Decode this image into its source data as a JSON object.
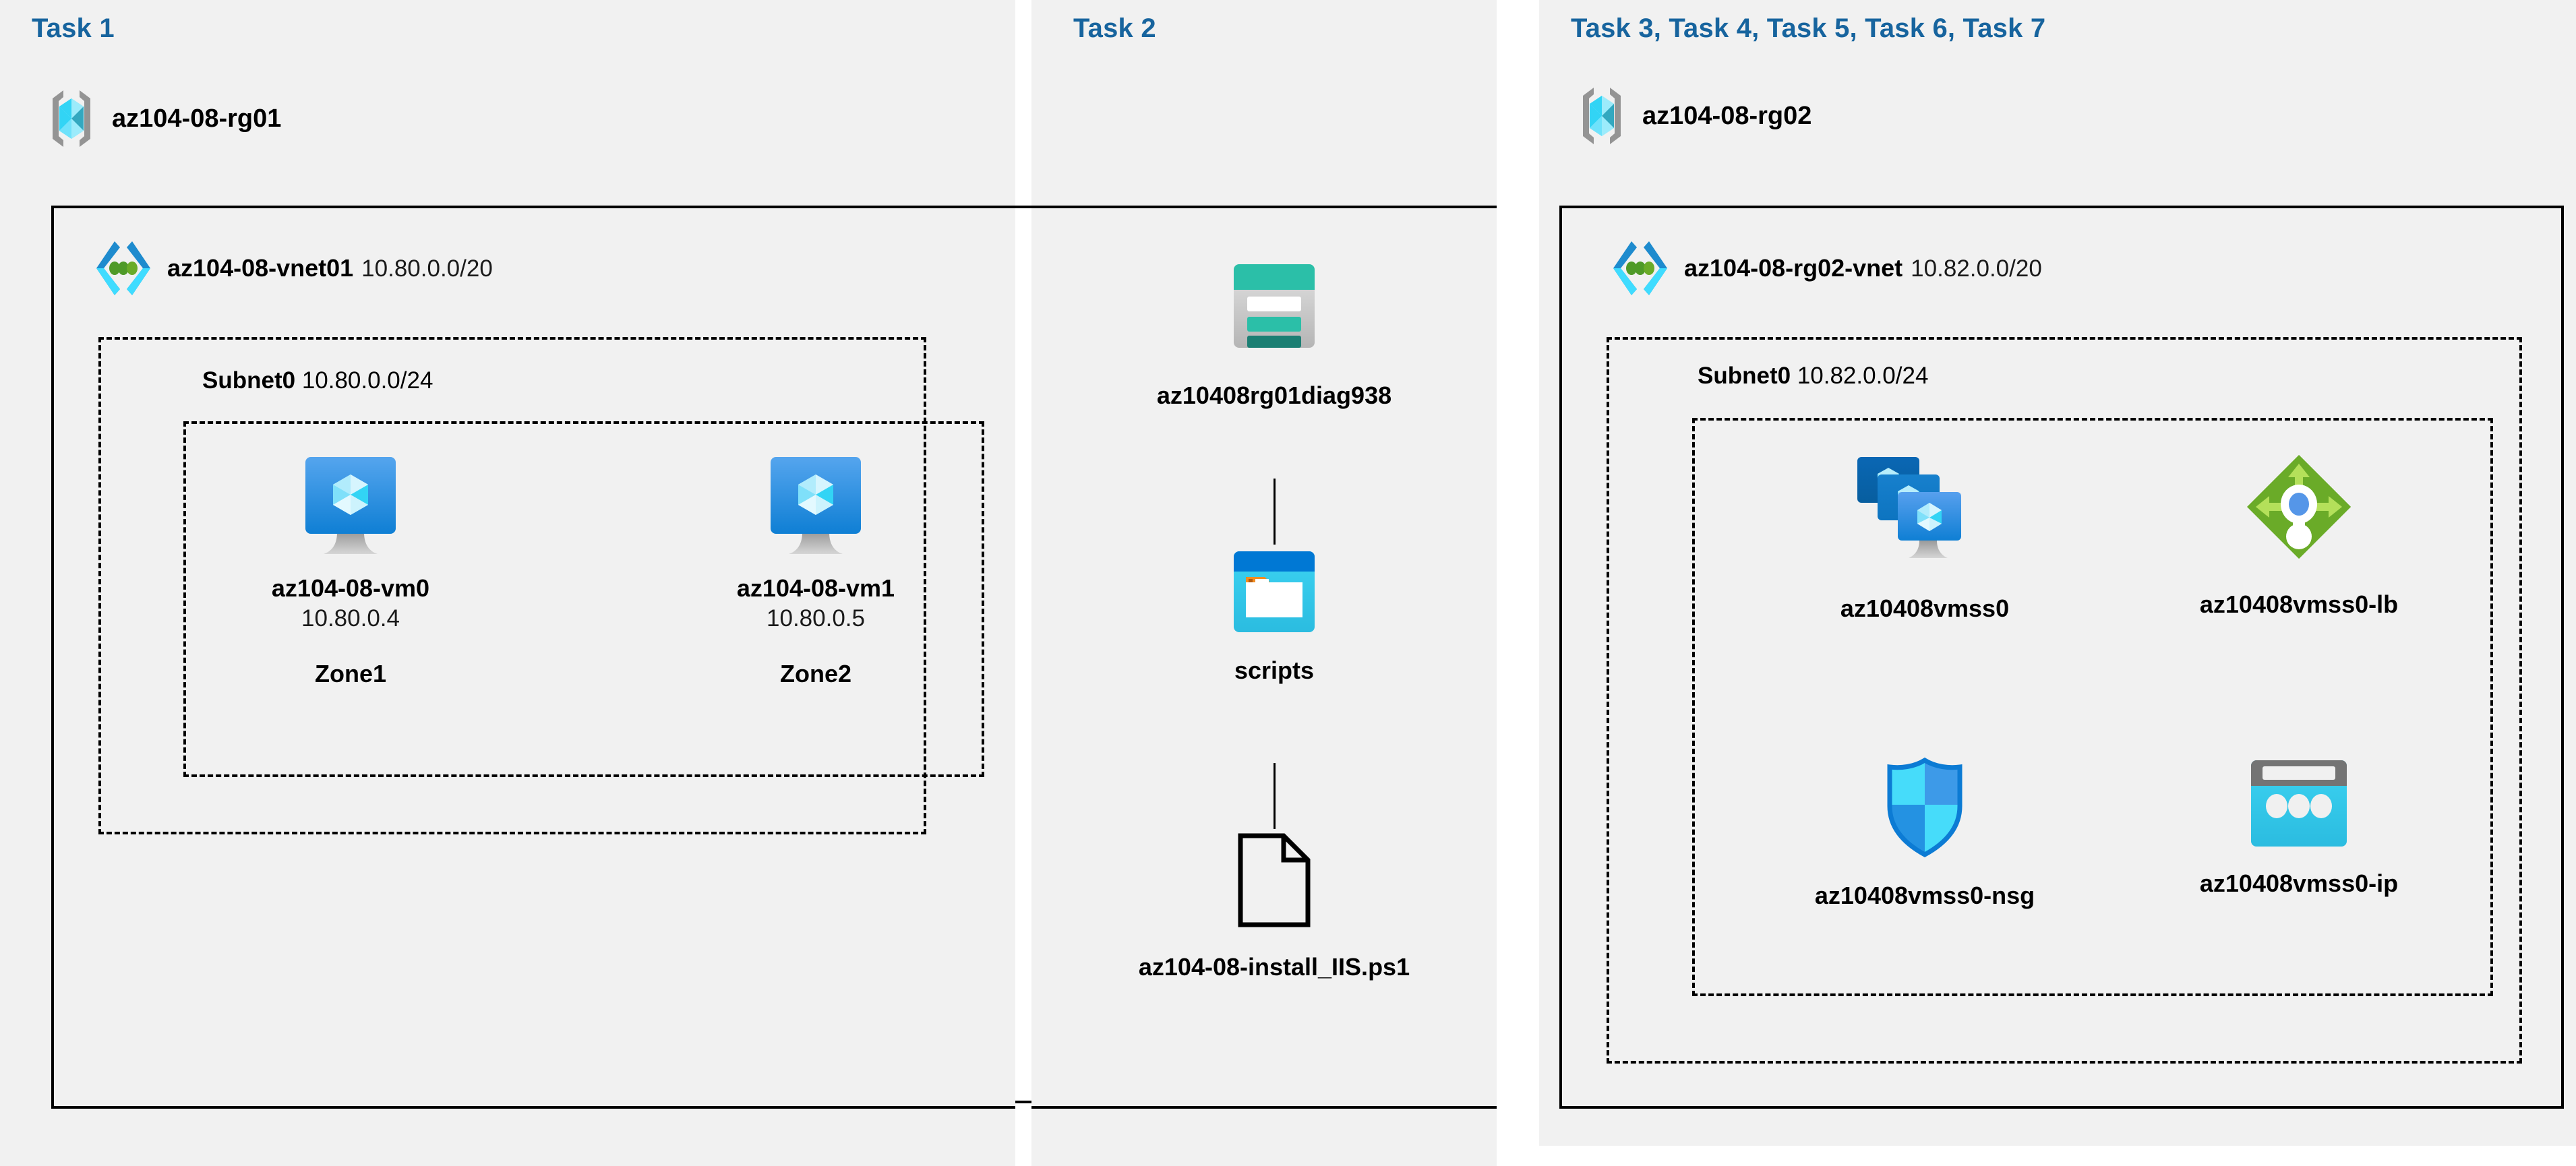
{
  "meta": {
    "diagram_kind": "azure-architecture-diagram",
    "background": "#f1f1f1",
    "accent_blue": "#17649e"
  },
  "panels": [
    {
      "id": "task1",
      "title": "Task 1",
      "resource_group": {
        "name": "az104-08-rg01",
        "icon": "resource-group-icon"
      },
      "vnet": {
        "name": "az104-08-vnet01",
        "cidr": "10.80.0.0/20",
        "icon": "virtual-network-icon"
      },
      "subnet": {
        "name": "Subnet0",
        "cidr": "10.80.0.0/24"
      },
      "nodes": [
        {
          "id": "vm0",
          "icon": "virtual-machine-icon",
          "label": "az104-08-vm0",
          "ip": "10.80.0.4",
          "zone": "Zone1"
        },
        {
          "id": "vm1",
          "icon": "virtual-machine-icon",
          "label": "az104-08-vm1",
          "ip": "10.80.0.5",
          "zone": "Zone2"
        }
      ]
    },
    {
      "id": "task2",
      "title": "Task 2",
      "nodes": [
        {
          "id": "storage",
          "icon": "storage-account-icon",
          "label": "az10408rg01diag938"
        },
        {
          "id": "container",
          "icon": "blob-container-icon",
          "label": "scripts"
        },
        {
          "id": "script",
          "icon": "file-document-icon",
          "label": "az104-08-install_IIS.ps1"
        }
      ]
    },
    {
      "id": "task3",
      "title": "Task 3, Task 4, Task 5, Task 6, Task 7",
      "resource_group": {
        "name": "az104-08-rg02",
        "icon": "resource-group-icon"
      },
      "vnet": {
        "name": "az104-08-rg02-vnet",
        "cidr": "10.82.0.0/20",
        "icon": "virtual-network-icon"
      },
      "subnet": {
        "name": "Subnet0",
        "cidr": "10.82.0.0/24"
      },
      "nodes": [
        {
          "id": "vmss",
          "icon": "vm-scale-set-icon",
          "label": "az10408vmss0"
        },
        {
          "id": "lb",
          "icon": "load-balancer-icon",
          "label": "az10408vmss0-lb"
        },
        {
          "id": "nsg",
          "icon": "network-security-group-icon",
          "label": "az10408vmss0-nsg"
        },
        {
          "id": "publicip",
          "icon": "public-ip-address-icon",
          "label": "az10408vmss0-ip"
        }
      ]
    }
  ],
  "colors": {
    "title_blue": "#17649e",
    "vm_blue_top": "#55a5ee",
    "vm_blue_bottom": "#0f7fd4",
    "rg_bracket_gray": "#949494",
    "cube_light": "#9cebfb",
    "cube_cyan": "#32d4f5",
    "cube_teal": "#33a8c0",
    "vnet_chevron_blue": "#1e8bce",
    "vnet_chevron_cyan": "#3fdcff",
    "vnet_dot_green": "#4f9a28",
    "storage_teal": "#2bbfa8",
    "storage_dark_teal": "#1b7f73",
    "storage_gray": "#c8c8c8",
    "container_blue_header": "#0078d4",
    "container_cyan": "#32c8ee",
    "container_orange": "#f28d21",
    "lb_green": "#6aab28",
    "lb_light_green": "#b4e05a",
    "lb_dot_blue": "#5596e8",
    "nsg_border_blue": "#0c7bd4",
    "nsg_cyan": "#46dcfa",
    "nsg_blue": "#3d9ae8",
    "ip_gray": "#747474",
    "ip_cyan": "#32c8ee",
    "stroke_black": "#000000"
  }
}
